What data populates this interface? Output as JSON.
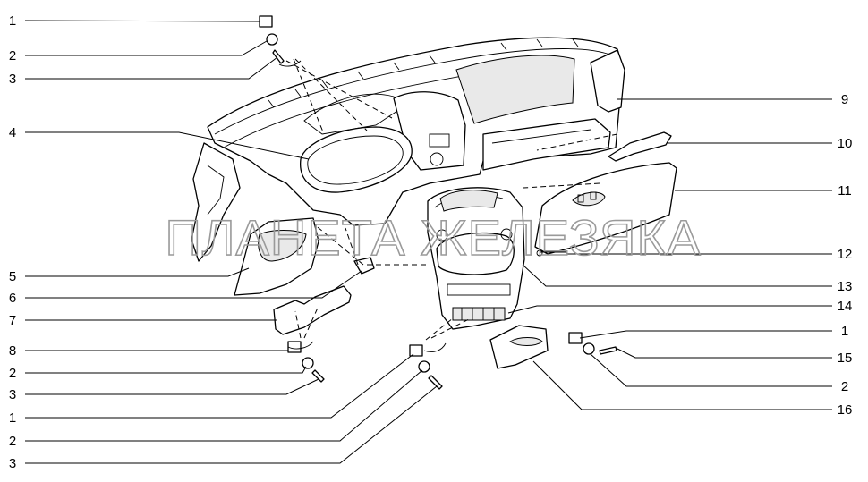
{
  "watermark": "ПЛАНЕТА ЖЕЛЕЗЯКА",
  "callouts": {
    "left": [
      "1",
      "2",
      "3",
      "4",
      "5",
      "6",
      "7",
      "8",
      "2",
      "3",
      "1",
      "2",
      "3"
    ],
    "right": [
      "9",
      "10",
      "11",
      "12",
      "13",
      "14",
      "1",
      "15",
      "2",
      "16"
    ]
  }
}
